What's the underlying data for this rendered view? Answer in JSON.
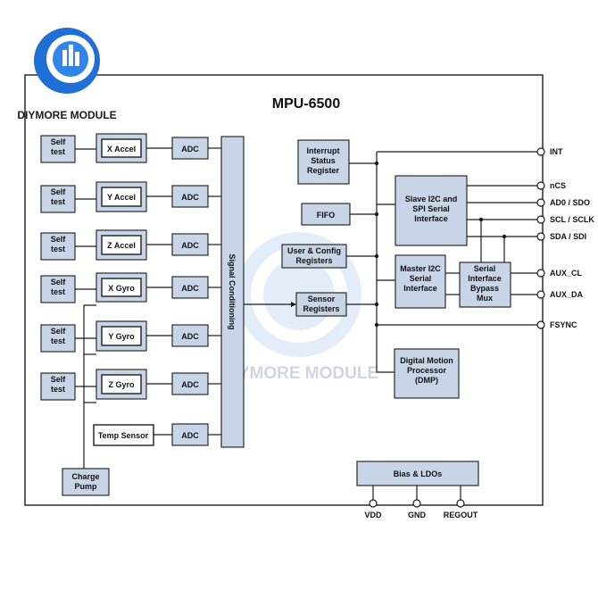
{
  "brand": {
    "logo_text": "DIYMORE MODULE",
    "watermark": "DIYMORE MODULE",
    "accent": "#1f6fd6"
  },
  "chip": {
    "title": "MPU-6500"
  },
  "left_column": {
    "self_test": [
      "Self",
      "test"
    ],
    "sensors": [
      "X Accel",
      "Y Accel",
      "Z Accel",
      "X Gyro",
      "Y Gyro",
      "Z Gyro"
    ],
    "adc": "ADC",
    "temp_sensor": "Temp Sensor",
    "charge_pump": [
      "Charge",
      "Pump"
    ],
    "signal_conditioning": "Signal Conditioning"
  },
  "blocks": {
    "interrupt": [
      "Interrupt",
      "Status",
      "Register"
    ],
    "fifo": "FIFO",
    "user_config": [
      "User & Config",
      "Registers"
    ],
    "sensor_registers": [
      "Sensor",
      "Registers"
    ],
    "slave_i2c": [
      "Slave I2C and",
      "SPI Serial",
      "Interface"
    ],
    "master_i2c": [
      "Master I2C",
      "Serial",
      "Interface"
    ],
    "bypass_mux": [
      "Serial",
      "Interface",
      "Bypass",
      "Mux"
    ],
    "dmp": [
      "Digital Motion",
      "Processor",
      "(DMP)"
    ],
    "bias": "Bias & LDOs"
  },
  "pins_right": [
    "INT",
    "nCS",
    "AD0 / SDO",
    "SCL / SCLK",
    "SDA / SDI",
    "AUX_CL",
    "AUX_DA",
    "FSYNC"
  ],
  "pins_bottom": [
    "VDD",
    "GND",
    "REGOUT"
  ],
  "colors": {
    "block_fill": "#c7d5e6",
    "line": "#1a1a1a"
  }
}
